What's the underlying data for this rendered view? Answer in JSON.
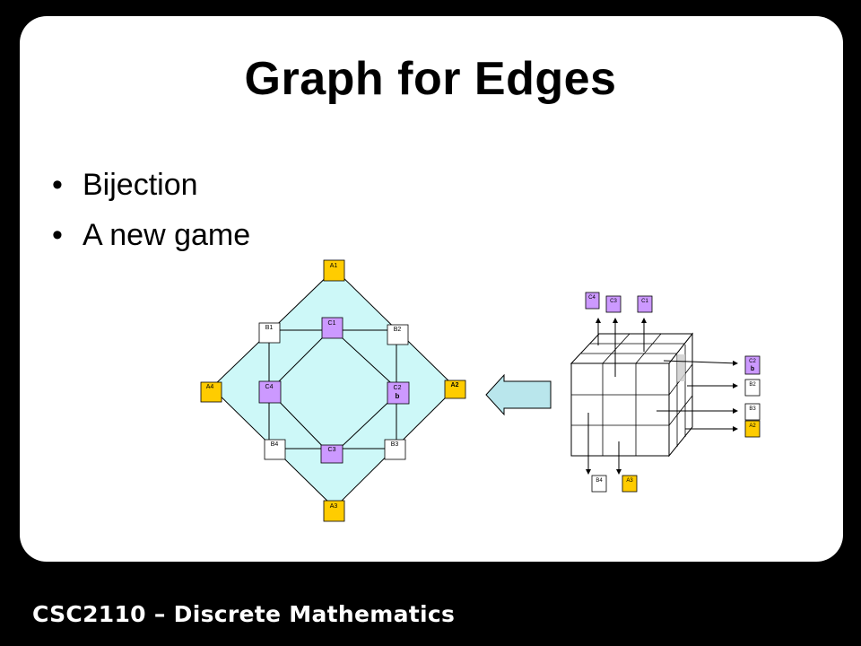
{
  "slide": {
    "title": "Graph for Edges",
    "bullets": [
      "Bijection",
      "A new game"
    ],
    "footer": "CSC2110 – Discrete Mathematics"
  },
  "colors": {
    "fill_region": "#cdf8f8",
    "yellow": "#ffcc00",
    "purple": "#cc99ff",
    "arrow_fill": "#b9e6ec"
  },
  "graph": {
    "A1": "A1",
    "A2": "A2",
    "A3": "A3",
    "A4": "A4",
    "B1": "B1",
    "B2": "B2",
    "B3": "B3",
    "B4": "B4",
    "C1": "C1",
    "C2": "C2",
    "C2_sub": "b",
    "C3": "C3",
    "C4": "C4"
  },
  "cube": {
    "top_labels": [
      "C4",
      "C3",
      "C1"
    ],
    "right_labels": [
      "C2",
      "B2",
      "B3",
      "A2"
    ],
    "right_c2_sub": "b",
    "bottom_labels": [
      "B4",
      "A3"
    ]
  }
}
